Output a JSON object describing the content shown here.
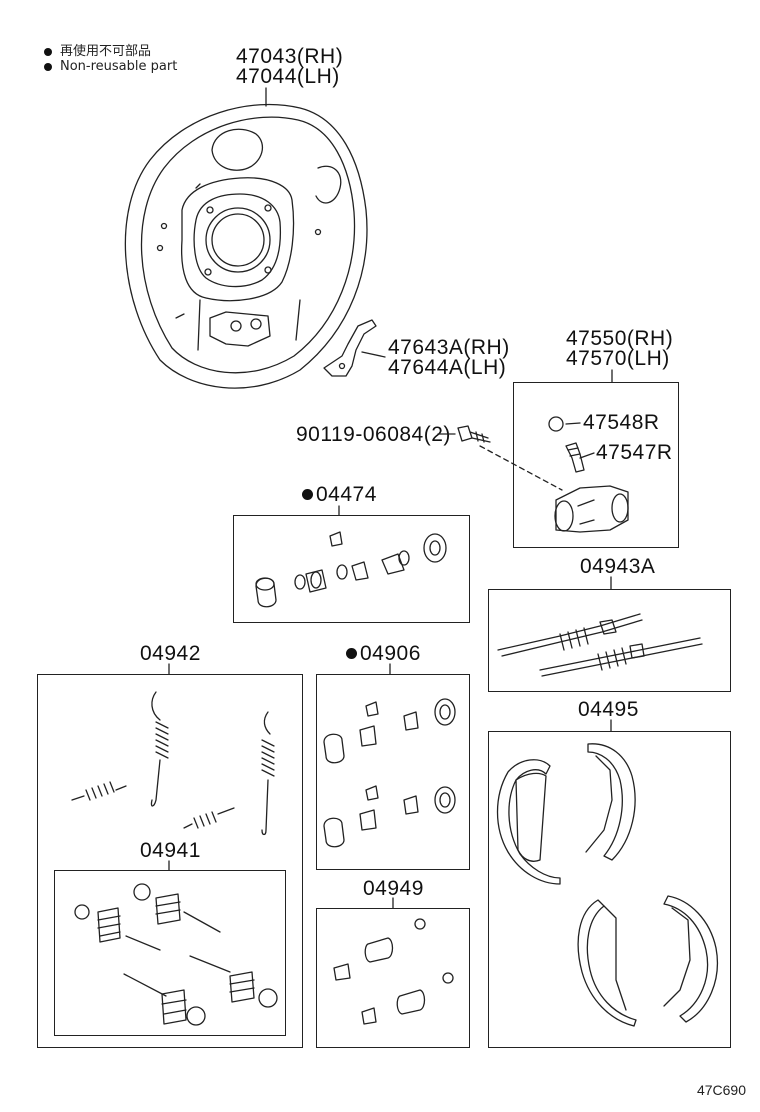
{
  "legend": {
    "jp": "再使用不可部品",
    "en": "Non-reusable part"
  },
  "parts": {
    "backing_plate_rh": "47043(RH)",
    "backing_plate_lh": "47044(LH)",
    "lever_rh": "47643A(RH)",
    "lever_lh": "47644A(LH)",
    "bolt": "90119-06084(2)",
    "wheel_cyl_rh": "47550(RH)",
    "wheel_cyl_lh": "47570(LH)",
    "bleeder_cap": "47548R",
    "bleeder_plug": "47547R",
    "cup_kit": "04474",
    "adjuster_kit": "04943A",
    "spring_kit": "04942",
    "hold_down_kit": "04941",
    "cylinder_kit": "04906",
    "small_kit": "04949",
    "shoe_kit": "04495"
  },
  "footer_code": "47C690"
}
